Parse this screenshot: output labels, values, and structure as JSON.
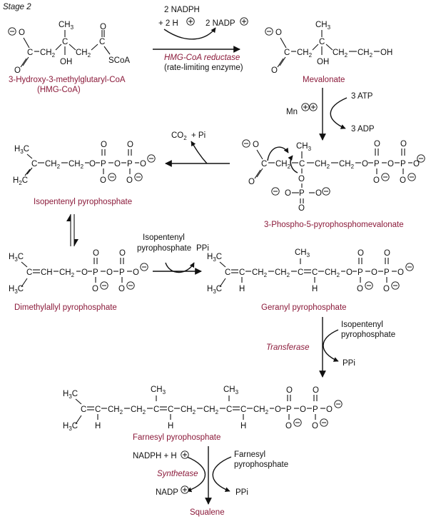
{
  "stage_label": "Stage 2",
  "compounds": {
    "hmg_coa": {
      "name": "3-Hydroxy-3-methylglutaryl-CoA",
      "abbr": "(HMG-CoA)"
    },
    "mevalonate": {
      "name": "Mevalonate"
    },
    "phosphopyrophosphomevalonate": {
      "name": "3-Phospho-5-pyrophosphomevalonate"
    },
    "isopentenyl_pp": {
      "name": "Isopentenyl pyrophosphate"
    },
    "dimethylallyl_pp": {
      "name": "Dimethylallyl pyrophosphate"
    },
    "geranyl_pp": {
      "name": "Geranyl pyrophosphate"
    },
    "farnesyl_pp": {
      "name": "Farnesyl pyrophosphate"
    },
    "squalene": {
      "name": "Squalene"
    }
  },
  "steps": {
    "s1": {
      "cof1": "2 NADPH",
      "cof2": "+ 2  H",
      "cof3": "2  NADP",
      "enzyme": "HMG-CoA reductase",
      "note": "(rate-limiting enzyme)"
    },
    "s2": {
      "cof1": "3  ATP",
      "cof2": "Mn",
      "cof3": "3  ADP"
    },
    "s3": {
      "cof1": "CO",
      "cof1_sub": "2",
      "cof2": "+  Pi"
    },
    "s5": {
      "cof1": "Isopentenyl",
      "cof2": "pyrophosphate",
      "cof3": "PPi"
    },
    "s6": {
      "cof1": "Isopentenyl",
      "cof2": "pyrophosphate",
      "enzyme": "Transferase",
      "cof3": "PPi"
    },
    "s7": {
      "cof1": "NADPH + H",
      "cof2": "NADP",
      "enzyme": "Synthetase",
      "cof3": "Farnesyl",
      "cof4": "pyrophosphate",
      "cof5": "PPi"
    }
  },
  "structures": {
    "hmg": {
      "ch3": "CH",
      "ch3_sub": "3",
      "ch2a": "CH",
      "ch2b": "CH",
      "two": "2",
      "c": "C",
      "oh": "OH",
      "scoa": "SCoA",
      "o1": "O",
      "o2": "O",
      "o3": "O"
    },
    "mev": {
      "ch3": "CH",
      "ch3_sub": "3",
      "ch2": "CH",
      "two": "2",
      "c": "C",
      "oh": "OH",
      "tail": "CH",
      "tail2": "CH",
      "tail_oh": "OH",
      "o1": "O",
      "o2": "O"
    },
    "ppm": {
      "ch3": "CH",
      "ch3_sub": "3",
      "chain": "CH",
      "two": "2",
      "c": "C",
      "o": "O",
      "p": "P"
    },
    "ipp": {
      "h3c": "H",
      "h2c": "H",
      "c": "C",
      "chain": "CH",
      "two": "2",
      "o": "O",
      "p": "P"
    },
    "dmapp": {
      "h3c": "H",
      "c": "C",
      "ch": "CH",
      "chain": "CH",
      "two": "2",
      "o": "O",
      "p": "P"
    },
    "gpp": {
      "h3c": "H",
      "c": "C",
      "h": "H",
      "ch3": "CH",
      "ch3_sub": "3",
      "chain": "CH",
      "two": "2",
      "o": "O",
      "p": "P"
    },
    "fpp": {
      "h3c": "H",
      "c": "C",
      "h": "H",
      "ch3": "CH",
      "ch3_sub": "3",
      "chain": "CH",
      "two": "2",
      "o": "O",
      "p": "P"
    }
  }
}
